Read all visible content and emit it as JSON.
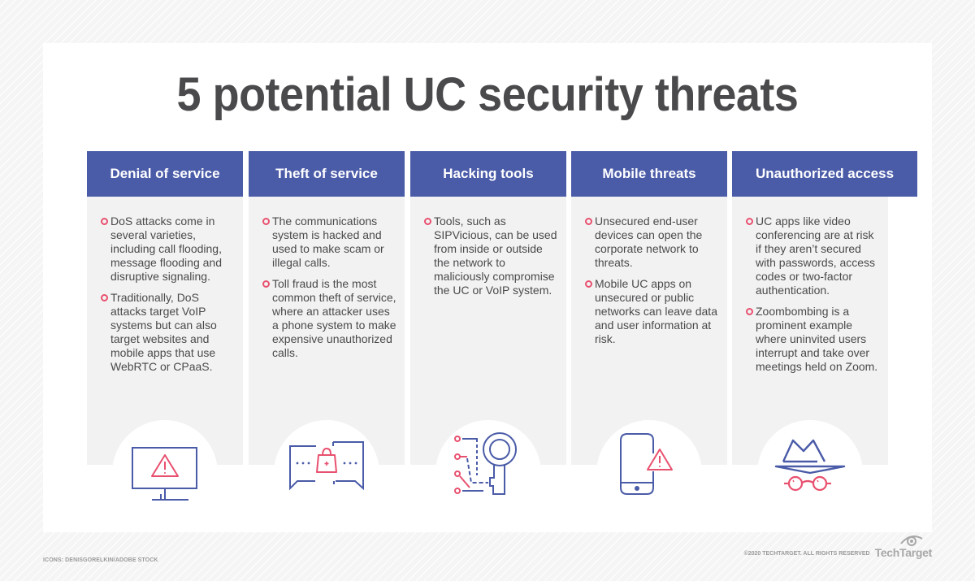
{
  "title": "5 potential UC security threats",
  "colors": {
    "header_bg": "#4a5ba8",
    "accent_pink": "#e8506f",
    "text": "#4a4a4d",
    "panel_bg": "#f2f2f2"
  },
  "columns": [
    {
      "heading": "Denial of service",
      "icon": "monitor-warning-icon",
      "bullets": [
        "DoS attacks come in several varieties, including call flooding, message flooding and disruptive signaling.",
        "Traditionally, DoS attacks target VoIP systems but can also target websites and mobile apps that use WebRTC or CPaaS."
      ]
    },
    {
      "heading": "Theft of service",
      "icon": "chat-lock-icon",
      "bullets": [
        "The communications system is hacked and used to make scam or illegal calls.",
        "Toll fraud is the most common theft of service, where an attacker uses a phone system to make expensive unauthorized calls."
      ]
    },
    {
      "heading": "Hacking tools",
      "icon": "circuit-key-icon",
      "bullets": [
        "Tools, such as SIPVicious, can be used from inside or outside the network to maliciously compromise the UC or VoIP system."
      ]
    },
    {
      "heading": "Mobile threats",
      "icon": "phone-warning-icon",
      "bullets": [
        "Unsecured end-user devices can open the corporate network to threats.",
        "Mobile UC apps on unsecured or public networks can leave data and user information at risk."
      ]
    },
    {
      "heading": "Unauthorized access",
      "icon": "spy-hat-glasses-icon",
      "bullets": [
        "UC apps like video conferencing are at risk if they aren’t secured with passwords, access codes or two-factor authentication.",
        "Zoombombing is a prominent example where uninvited users interrupt and take over meetings held on Zoom."
      ]
    }
  ],
  "footer": {
    "credit": "ICONS: DENISGORELKIN/ADOBE STOCK",
    "copyright": "©2020 TECHTARGET. ALL RIGHTS RESERVED",
    "brand": "TechTarget"
  }
}
